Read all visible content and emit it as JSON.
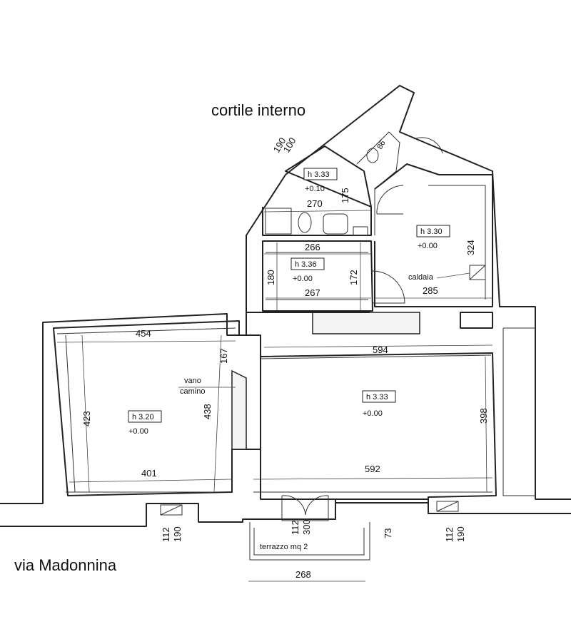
{
  "labels": {
    "courtyard": "cortile interno",
    "street": "via Madonnina",
    "fireplace_line1": "vano",
    "fireplace_line2": "camino",
    "boiler": "caldaia",
    "terrace": "terrazzo mq 2"
  },
  "rooms": [
    {
      "id": "bath",
      "height": "h 3.33",
      "level": "+0.10"
    },
    {
      "id": "antibath",
      "height": "h 3.36",
      "level": "+0.00"
    },
    {
      "id": "kitchen",
      "height": "h 3.30",
      "level": "+0.00"
    },
    {
      "id": "bedroom",
      "height": "h 3.20",
      "level": "+0.00"
    },
    {
      "id": "living",
      "height": "h 3.33",
      "level": "+0.00"
    }
  ],
  "dimensions": {
    "d100": "100",
    "d190a": "190",
    "d86": "86",
    "d175": "175",
    "d270": "270",
    "d266": "266",
    "d180": "180",
    "d172": "172",
    "d267": "267",
    "d324": "324",
    "d285": "285",
    "d454": "454",
    "d167": "167",
    "d594": "594",
    "d423": "423",
    "d438": "438",
    "d398": "398",
    "d401": "401",
    "d592": "592",
    "d112a": "112",
    "d190b": "190",
    "d112b": "112",
    "d300": "300",
    "d73": "73",
    "d112c": "112",
    "d190c": "190",
    "d268": "268"
  }
}
